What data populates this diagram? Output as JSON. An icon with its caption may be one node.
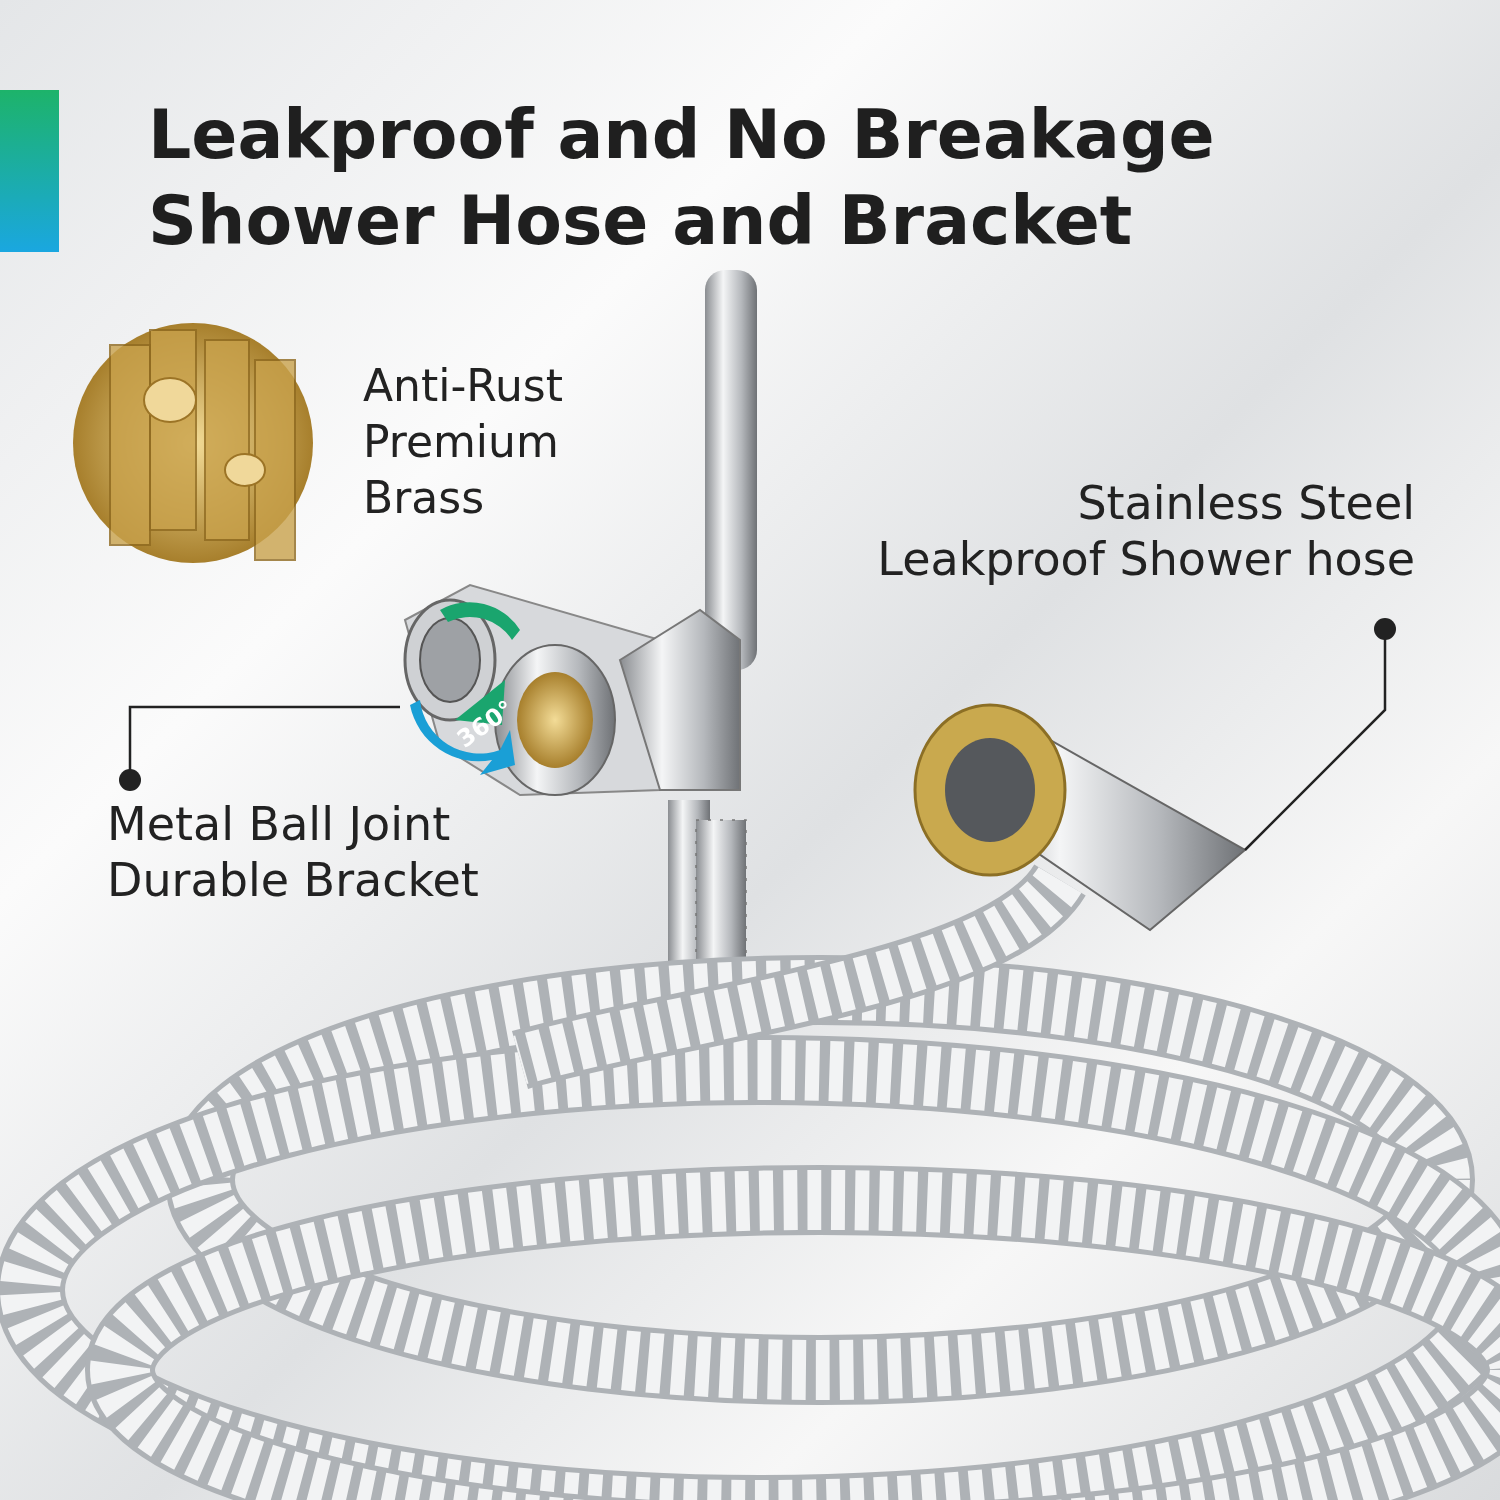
{
  "diagram": {
    "title": "Leakproof and No Breakage Shower Hose and Bracket",
    "nodes": [
      {
        "text": [
          "Metal Ball Joint Durable Bracket"
        ]
      },
      {
        "text": [],
        "shape": "picture"
      },
      {
        "text": [
          "Stainless Steel Leakproof Shower hose"
        ]
      },
      {
        "text": [],
        "shape": "picture"
      }
    ],
    "edges": [
      {
        "from": 0,
        "to": 1,
        "arrow": "other"
      },
      {
        "from": 2,
        "to": 3,
        "arrow": "other"
      }
    ],
    "labels": [
      "Anti-Rust Premium Brass",
      "360°"
    ]
  }
}
